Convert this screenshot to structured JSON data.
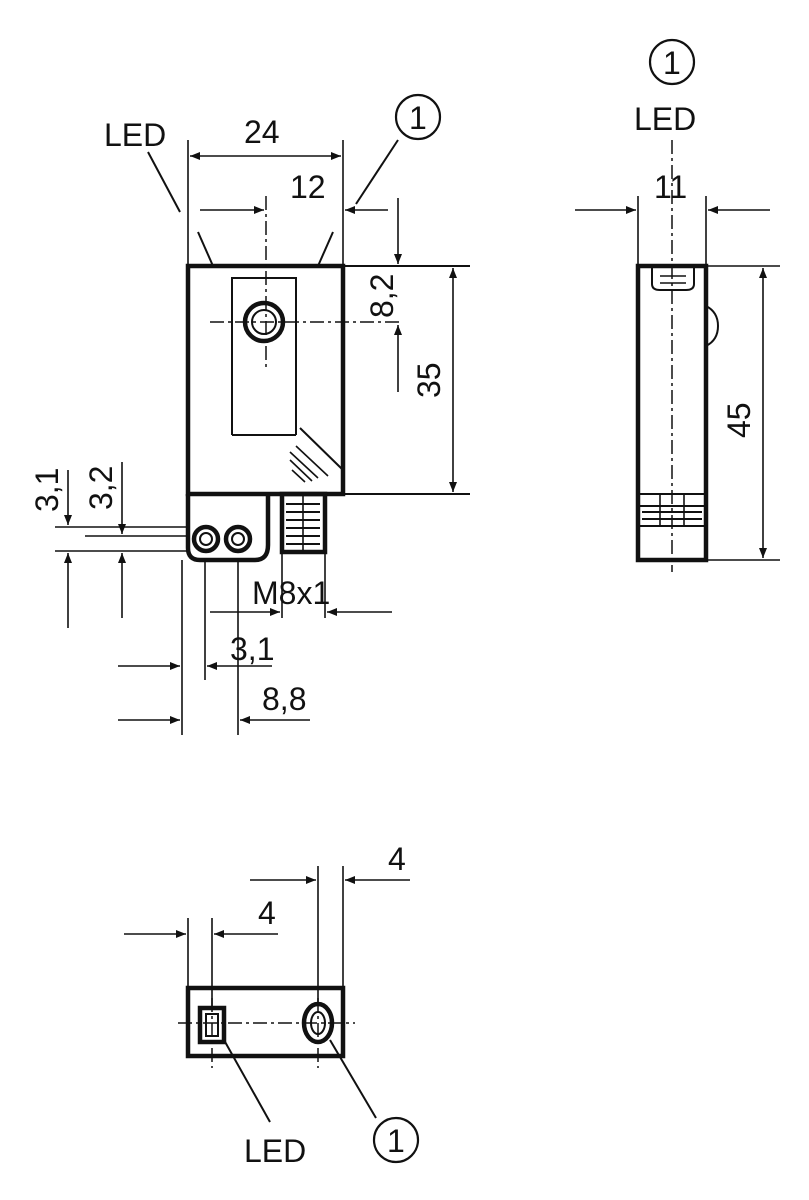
{
  "labels": {
    "led_front": "LED",
    "led_side": "LED",
    "led_bottom": "LED",
    "callout_front": "1",
    "callout_side": "1",
    "callout_bottom": "1",
    "dim_24": "24",
    "dim_12": "12",
    "dim_8_2": "8,2",
    "dim_35": "35",
    "dim_3_1_left": "3,1",
    "dim_3_2": "3,2",
    "dim_m8x1": "M8x1",
    "dim_3_1_bottom": "3,1",
    "dim_8_8": "8,8",
    "dim_11": "11",
    "dim_45": "45",
    "dim_4_top": "4",
    "dim_4_left": "4"
  }
}
